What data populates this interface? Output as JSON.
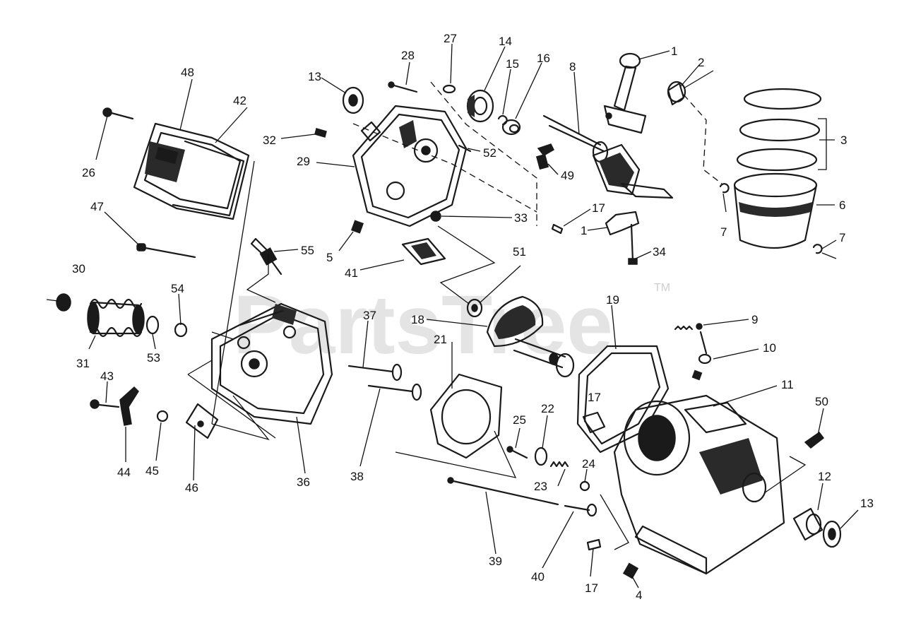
{
  "watermark": {
    "text": "PartsTree",
    "tm": "TM"
  },
  "callouts": {
    "c1a": "1",
    "c1b": "1",
    "c2": "2",
    "c3": "3",
    "c4": "4",
    "c5": "5",
    "c6": "6",
    "c7a": "7",
    "c7b": "7",
    "c8": "8",
    "c9": "9",
    "c10": "10",
    "c11": "11",
    "c12": "12",
    "c13a": "13",
    "c13b": "13",
    "c14": "14",
    "c15": "15",
    "c16": "16",
    "c17a": "17",
    "c17b": "17",
    "c17c": "17",
    "c18": "18",
    "c19": "19",
    "c21": "21",
    "c22": "22",
    "c23": "23",
    "c24": "24",
    "c25": "25",
    "c26": "26",
    "c27": "27",
    "c28": "28",
    "c29": "29",
    "c30": "30",
    "c31": "31",
    "c32": "32",
    "c33": "33",
    "c34": "34",
    "c36": "36",
    "c37": "37",
    "c38": "38",
    "c39": "39",
    "c40": "40",
    "c41": "41",
    "c42": "42",
    "c43": "43",
    "c44": "44",
    "c45": "45",
    "c46": "46",
    "c47": "47",
    "c48": "48",
    "c49": "49",
    "c50": "50",
    "c51": "51",
    "c52": "52",
    "c53": "53",
    "c54": "54",
    "c55": "55"
  }
}
